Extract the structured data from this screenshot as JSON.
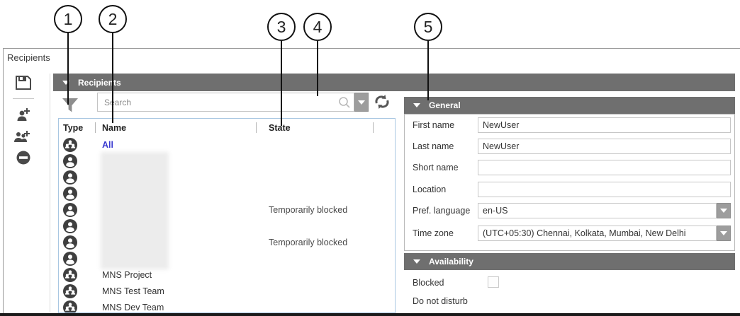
{
  "callouts": [
    {
      "n": "1"
    },
    {
      "n": "2"
    },
    {
      "n": "3"
    },
    {
      "n": "4"
    },
    {
      "n": "5"
    }
  ],
  "window": {
    "title": "Recipients"
  },
  "toolbar": {
    "save_icon": "save",
    "add_user_icon": "add-user",
    "add_group_icon": "add-group",
    "remove_icon": "remove"
  },
  "panel_bar": {
    "title": "Recipients"
  },
  "search": {
    "placeholder": "Search"
  },
  "table": {
    "columns": [
      "Type",
      "Name",
      "State"
    ],
    "rows": [
      {
        "type": "group",
        "name": "All",
        "state": "",
        "blurred": false,
        "link": true
      },
      {
        "type": "person",
        "name": "",
        "state": "",
        "blurred": true,
        "link": false
      },
      {
        "type": "person",
        "name": "",
        "state": "",
        "blurred": true,
        "link": false
      },
      {
        "type": "person",
        "name": "",
        "state": "",
        "blurred": true,
        "link": false
      },
      {
        "type": "person",
        "name": "",
        "state": "Temporarily blocked",
        "blurred": true,
        "link": false
      },
      {
        "type": "person",
        "name": "",
        "state": "",
        "blurred": true,
        "link": false
      },
      {
        "type": "person",
        "name": "",
        "state": "Temporarily blocked",
        "blurred": true,
        "link": false
      },
      {
        "type": "person",
        "name": "",
        "state": "",
        "blurred": true,
        "link": false
      },
      {
        "type": "group",
        "name": "MNS Project",
        "state": "",
        "blurred": false,
        "link": false
      },
      {
        "type": "group",
        "name": "MNS Test Team",
        "state": "",
        "blurred": false,
        "link": false
      },
      {
        "type": "group",
        "name": "MNS Dev Team",
        "state": "",
        "blurred": false,
        "link": false
      }
    ]
  },
  "general": {
    "title": "General",
    "fields": [
      {
        "label": "First name",
        "value": "NewUser",
        "type": "text"
      },
      {
        "label": "Last name",
        "value": "NewUser",
        "type": "text"
      },
      {
        "label": "Short name",
        "value": "",
        "type": "text"
      },
      {
        "label": "Location",
        "value": "",
        "type": "text"
      },
      {
        "label": "Pref. language",
        "value": "en-US",
        "type": "dropdown"
      },
      {
        "label": "Time zone",
        "value": "(UTC+05:30) Chennai, Kolkata, Mumbai, New Delhi",
        "type": "dropdown"
      }
    ]
  },
  "availability": {
    "title": "Availability",
    "items": [
      {
        "label": "Blocked",
        "checkbox": true,
        "checked": false
      },
      {
        "label": "Do not disturb",
        "checkbox": false,
        "checked": false
      }
    ]
  },
  "colors": {
    "header_bar": "#6f6f6f",
    "table_border": "#a9c7e2",
    "link_blue": "#3a3ad0",
    "icon_dark": "#3f3f3f"
  }
}
